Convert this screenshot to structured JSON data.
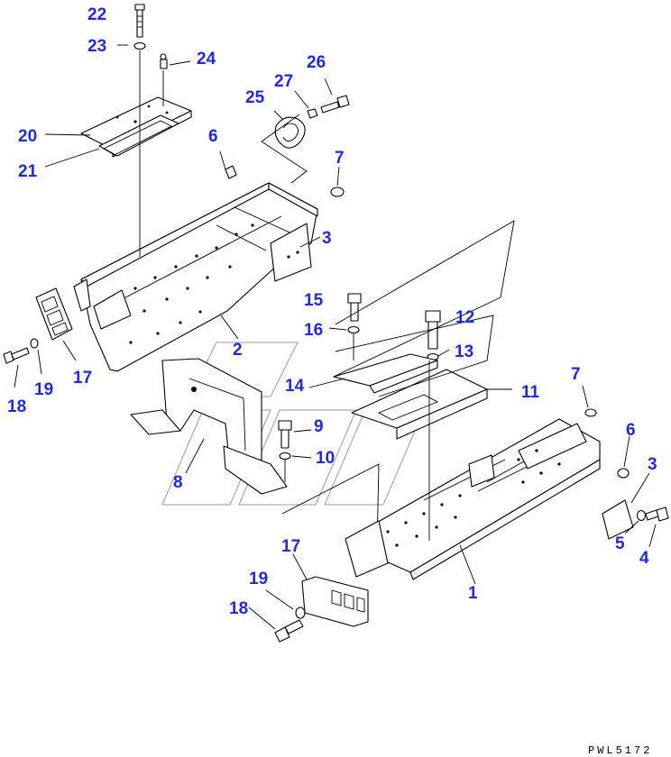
{
  "drawing": {
    "code": "PWL5172",
    "ink_color": "#000000",
    "callout_color": "#1f2bd6",
    "watermark_color": "#9a9a9a"
  },
  "callouts": [
    {
      "id": "c22",
      "label": "22"
    },
    {
      "id": "c23",
      "label": "23"
    },
    {
      "id": "c24",
      "label": "24"
    },
    {
      "id": "c26",
      "label": "26"
    },
    {
      "id": "c27",
      "label": "27"
    },
    {
      "id": "c25",
      "label": "25"
    },
    {
      "id": "c20",
      "label": "20"
    },
    {
      "id": "c21",
      "label": "21"
    },
    {
      "id": "c6a",
      "label": "6"
    },
    {
      "id": "c7a",
      "label": "7"
    },
    {
      "id": "c3a",
      "label": "3"
    },
    {
      "id": "c2",
      "label": "2"
    },
    {
      "id": "c17a",
      "label": "17"
    },
    {
      "id": "c18a",
      "label": "18"
    },
    {
      "id": "c19a",
      "label": "19"
    },
    {
      "id": "c15",
      "label": "15"
    },
    {
      "id": "c16",
      "label": "16"
    },
    {
      "id": "c12",
      "label": "12"
    },
    {
      "id": "c13",
      "label": "13"
    },
    {
      "id": "c14",
      "label": "14"
    },
    {
      "id": "c11",
      "label": "11"
    },
    {
      "id": "c7b",
      "label": "7"
    },
    {
      "id": "c9",
      "label": "9"
    },
    {
      "id": "c10",
      "label": "10"
    },
    {
      "id": "c8",
      "label": "8"
    },
    {
      "id": "c6b",
      "label": "6"
    },
    {
      "id": "c3b",
      "label": "3"
    },
    {
      "id": "c5",
      "label": "5"
    },
    {
      "id": "c4",
      "label": "4"
    },
    {
      "id": "c1",
      "label": "1"
    },
    {
      "id": "c17b",
      "label": "17"
    },
    {
      "id": "c19b",
      "label": "19"
    },
    {
      "id": "c18b",
      "label": "18"
    }
  ]
}
